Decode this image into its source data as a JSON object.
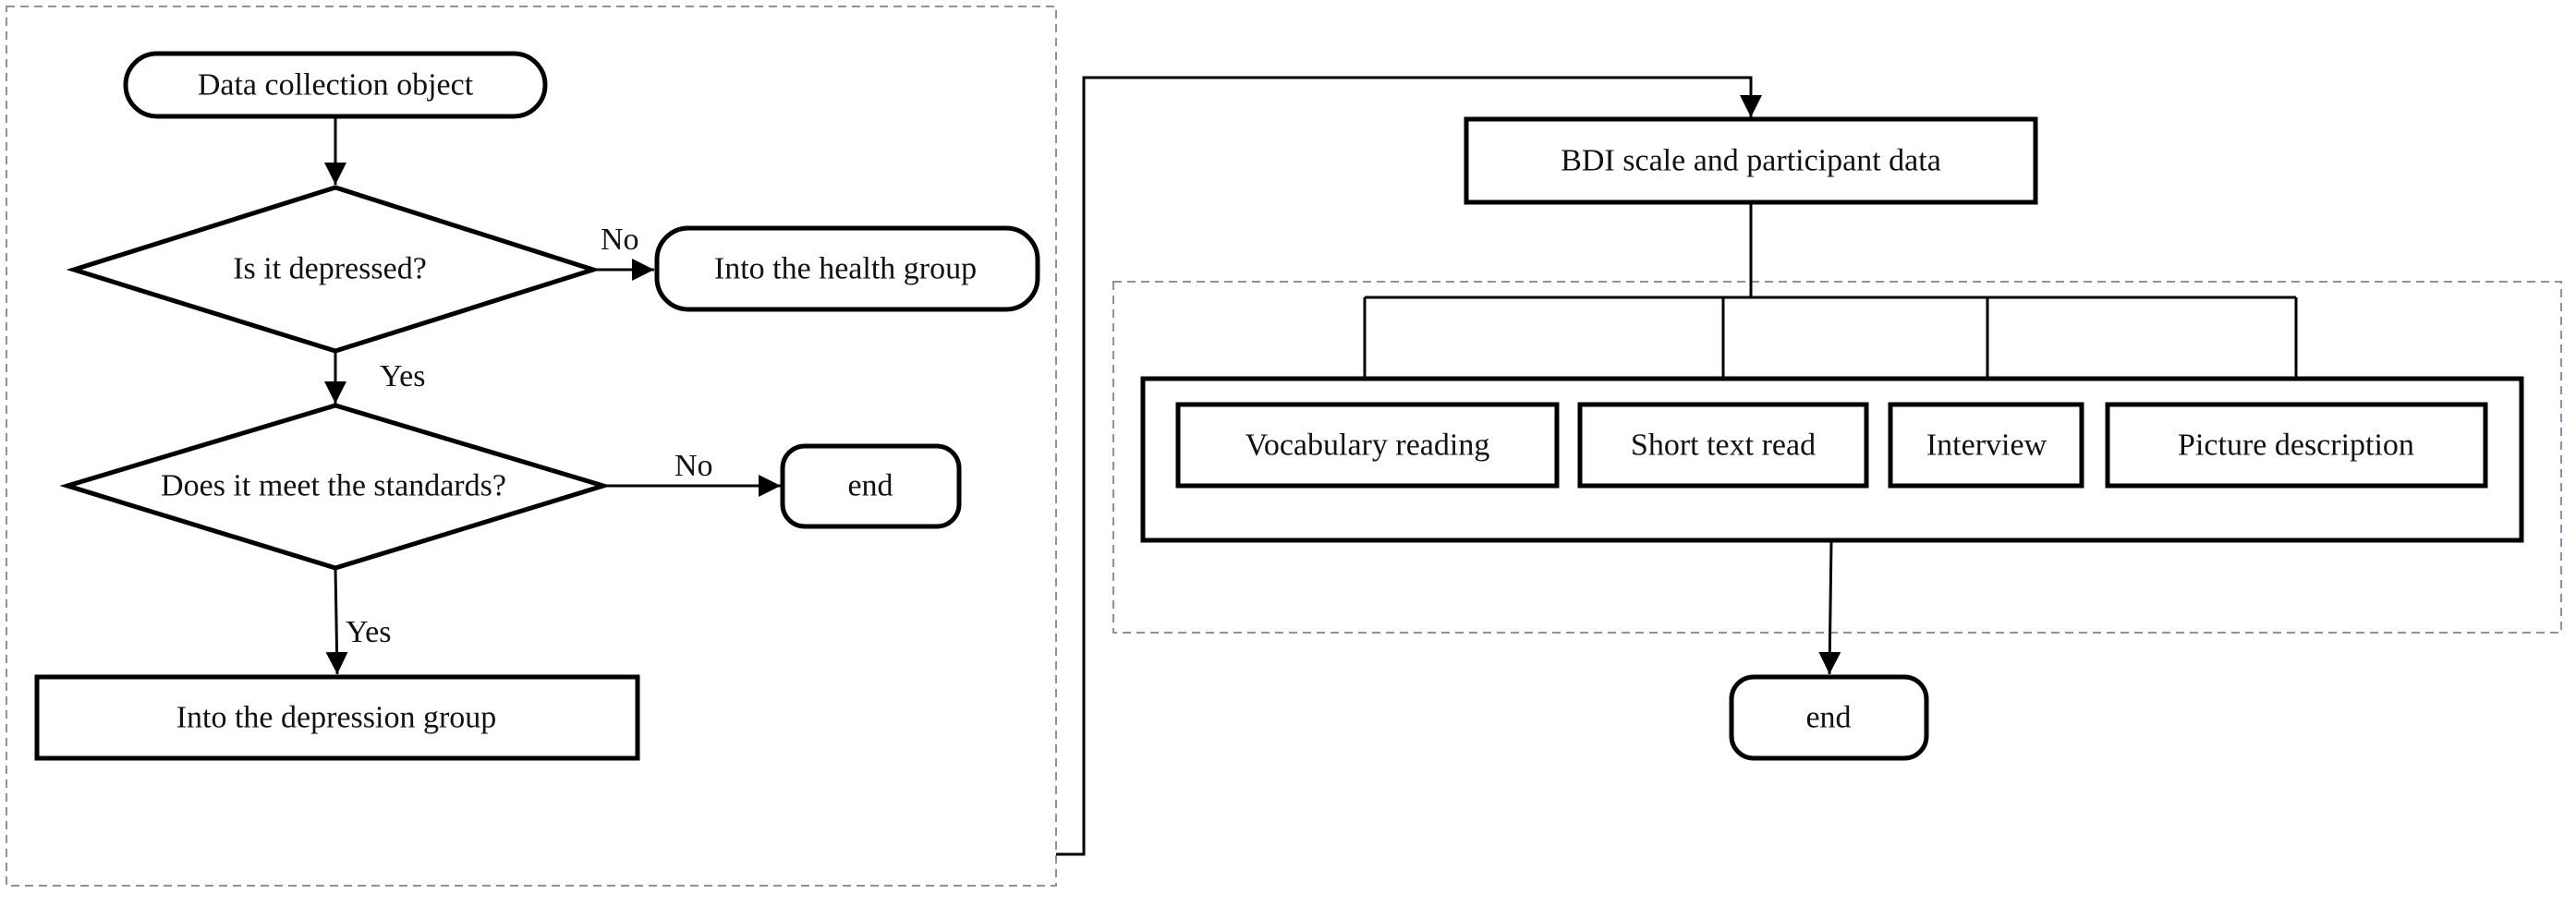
{
  "left": {
    "start": "Data collection object",
    "decision1": "Is it depressed?",
    "no1": "No",
    "health_group": "Into the health group",
    "yes1": "Yes",
    "decision2": "Does it meet the standards?",
    "no2": "No",
    "end1": "end",
    "yes2": "Yes",
    "depression_group": "Into the depression group"
  },
  "right": {
    "bdi": "BDI scale and participant data",
    "tasks": [
      "Vocabulary reading",
      "Short text read",
      "Interview",
      "Picture description"
    ],
    "end2": "end"
  }
}
